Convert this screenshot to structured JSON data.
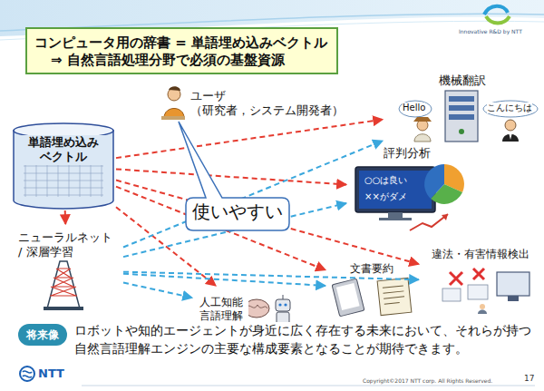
{
  "diagram": {
    "caption": "ロボットや知的エージェントが身近に広く存在する未来において、それらが持つ自然言語理解エンジンの主要な構成要素となることが期待できます。",
    "nodes": [
      {
        "text": [
          "コンピュータ用の辞書 = 単語埋め込みベクトル",
          "⇒ 自然言語処理分野で必須の基盤資源"
        ]
      },
      {
        "text": [
          "単語埋め込み ベクトル"
        ]
      },
      {
        "text": [
          "ユーザ",
          "（研究者，システム開発者）"
        ]
      },
      {
        "text": [
          "使いやすい"
        ]
      },
      {
        "text": [
          "ニューラルネット / 深層学習"
        ]
      },
      {
        "text": [
          "機械翻訳"
        ]
      },
      {
        "text": [
          "評判分析"
        ]
      },
      {
        "text": [
          "違法・有害情報検出"
        ]
      },
      {
        "text": [
          "文書要約"
        ]
      },
      {
        "text": [
          "人工知能 言語理解"
        ]
      },
      {
        "text": [
          "将来像"
        ]
      }
    ],
    "edges": [
      {
        "from": 1,
        "to": 4,
        "arrow": "to"
      },
      {
        "from": 1,
        "to": 5,
        "arrow": "to"
      },
      {
        "from": 1,
        "to": 6,
        "arrow": "to"
      },
      {
        "from": 1,
        "to": 7,
        "arrow": "to"
      },
      {
        "from": 1,
        "to": 8,
        "arrow": "to"
      },
      {
        "from": 1,
        "to": 9,
        "arrow": "to"
      },
      {
        "from": 4,
        "to": 5,
        "arrow": "to"
      },
      {
        "from": 4,
        "to": 6,
        "arrow": "to"
      },
      {
        "from": 4,
        "to": 7,
        "arrow": "to"
      },
      {
        "from": 4,
        "to": 8,
        "arrow": "to"
      },
      {
        "from": 4,
        "to": 9,
        "arrow": "to"
      }
    ],
    "labels": [
      "Innovative R&D by NTT",
      "Hello",
      "こんにちは",
      "○○は良い",
      "××がダメ",
      "NTT",
      "Copyright©2017 NTT corp. All Rights Reserved.",
      "17"
    ]
  }
}
